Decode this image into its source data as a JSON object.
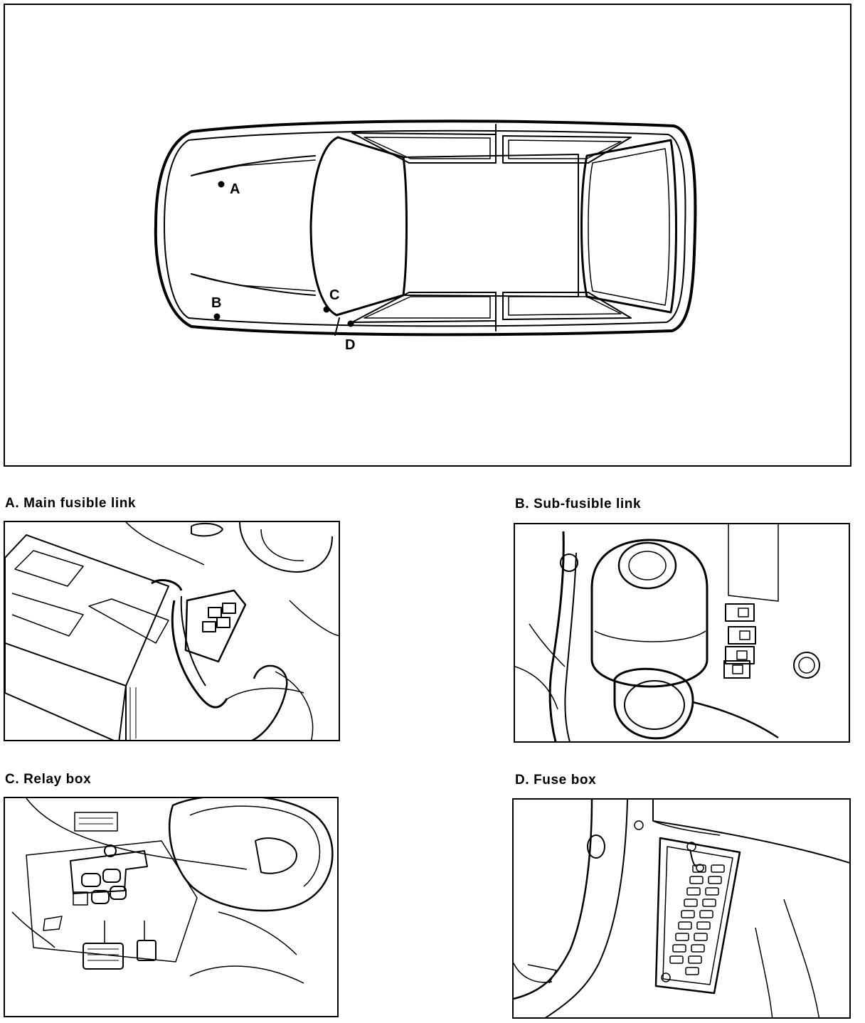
{
  "car_diagram": {
    "markers": [
      "A",
      "B",
      "C",
      "D"
    ]
  },
  "panels": [
    {
      "caption": "A. Main fusible link"
    },
    {
      "caption": "B. Sub-fusible link"
    },
    {
      "caption": "C. Relay box"
    },
    {
      "caption": "D. Fuse box"
    }
  ]
}
